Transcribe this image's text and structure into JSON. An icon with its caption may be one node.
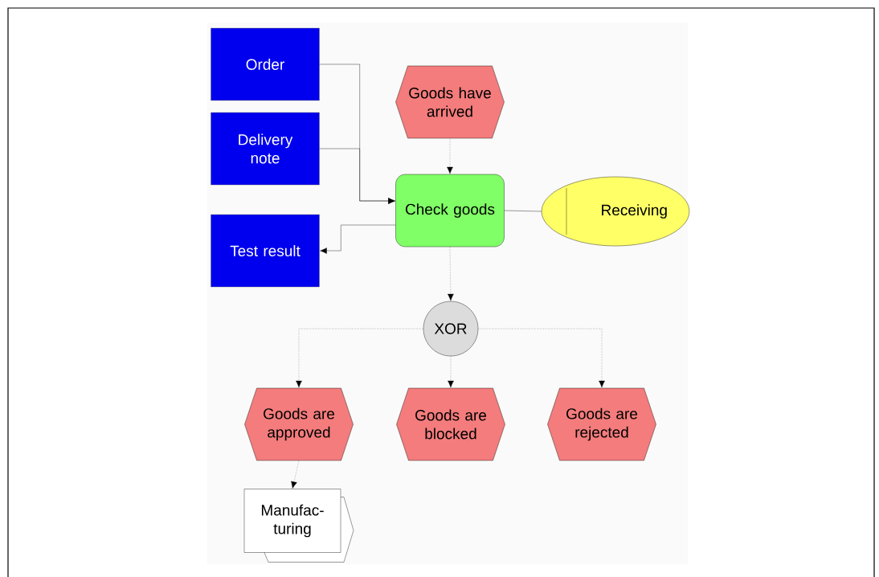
{
  "diagram": {
    "nodes": [
      {
        "text": [
          "Order"
        ]
      },
      {
        "text": [
          "Goods have arrived"
        ]
      },
      {
        "text": [
          "Delivery note"
        ]
      },
      {
        "text": [
          "Check goods"
        ]
      },
      {
        "text": [
          "Receiving"
        ]
      },
      {
        "text": [
          "Test result"
        ]
      },
      {
        "text": [
          "XOR"
        ]
      },
      {
        "text": [
          "Goods are approved"
        ]
      },
      {
        "text": [
          "Goods are blocked"
        ]
      },
      {
        "text": [
          "Goods are rejected"
        ]
      },
      {
        "text": [
          "Manufac- turing"
        ]
      }
    ],
    "edges": [
      {
        "from": 0,
        "to": 3,
        "arrow": "to"
      },
      {
        "from": 2,
        "to": 3,
        "arrow": "to"
      },
      {
        "from": 1,
        "to": 3,
        "arrow": "to",
        "style": "dashed"
      },
      {
        "from": 3,
        "to": 4,
        "arrow": "none"
      },
      {
        "from": 3,
        "to": 5,
        "arrow": "to"
      },
      {
        "from": 3,
        "to": 6,
        "arrow": "to",
        "style": "dashed"
      },
      {
        "from": 6,
        "to": 7,
        "arrow": "to",
        "style": "dashed"
      },
      {
        "from": 6,
        "to": 8,
        "arrow": "to",
        "style": "dashed"
      },
      {
        "from": 6,
        "to": 9,
        "arrow": "to",
        "style": "dashed"
      },
      {
        "from": 7,
        "to": 10,
        "arrow": "to",
        "style": "dashed"
      }
    ]
  }
}
